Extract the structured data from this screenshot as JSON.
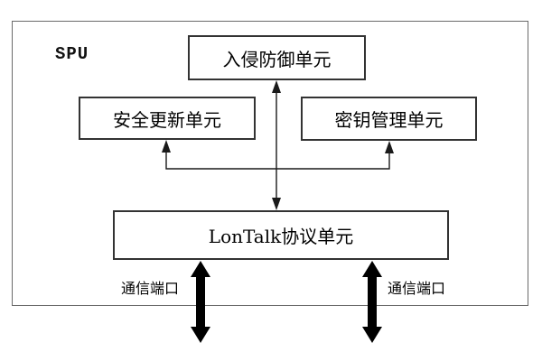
{
  "diagram": {
    "system_label": "SPU",
    "units": {
      "intrusion_prevention": "入侵防御单元",
      "security_update": "安全更新单元",
      "key_management": "密钥管理单元",
      "lontalk_protocol": "LonTalk协议单元"
    },
    "ports": {
      "left_label": "通信端口",
      "right_label": "通信端口"
    },
    "connections": [
      "入侵防御单元 <-> LonTalk协议单元 (double-headed vertical arrow)",
      "LonTalk协议单元 -> 安全更新单元 (branch arrow up)",
      "LonTalk协议单元 -> 密钥管理单元 (branch arrow up)",
      "LonTalk协议单元 <-> 通信端口 left (thick double arrow)",
      "LonTalk协议单元 <-> 通信端口 right (thick double arrow)"
    ],
    "colors": {
      "background": "#ffffff",
      "frame_border": "#6a6a6a",
      "box_border": "#333333",
      "line": "#1a1a1a",
      "thick_arrow": "#000000",
      "text": "#000000"
    }
  }
}
